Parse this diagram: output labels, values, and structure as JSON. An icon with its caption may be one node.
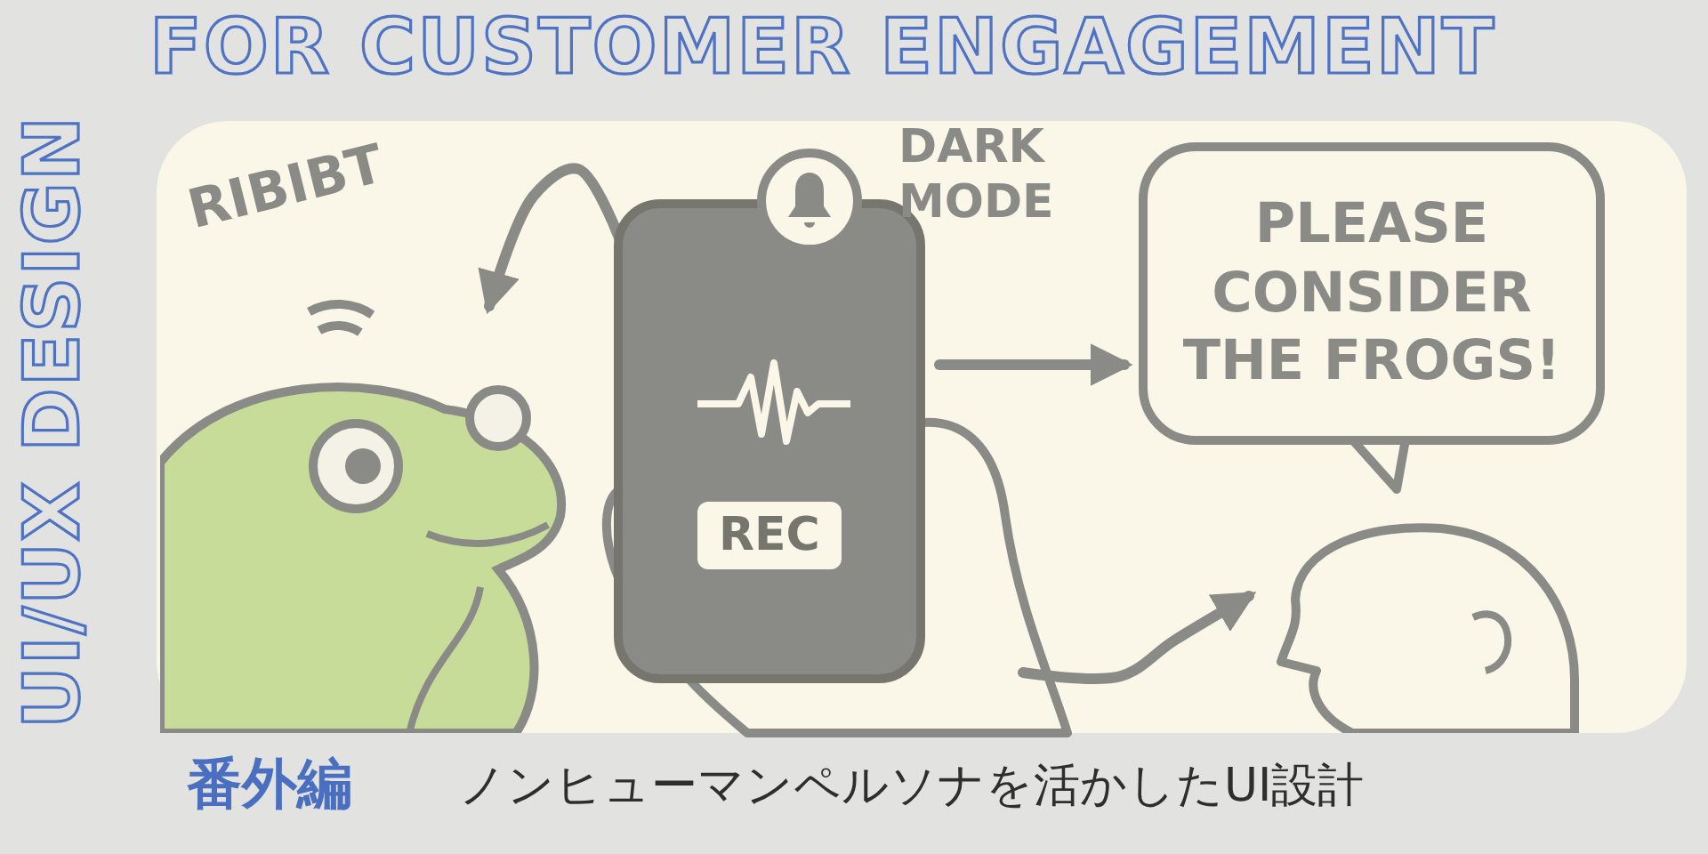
{
  "diagram": {
    "title": "FOR CUSTOMER ENGAGEMENT",
    "nodes": [
      {
        "text": [],
        "shape": "picture",
        "beside": [
          "RIBIBT"
        ]
      },
      {
        "text": [
          "REC"
        ],
        "beside": [
          "DARK MODE"
        ]
      },
      {
        "text": [
          "PLEASE CONSIDER THE FROGS!"
        ]
      },
      {
        "text": [],
        "shape": "person"
      }
    ],
    "edges": [
      {
        "from": 1,
        "to": 0,
        "arrow": "to"
      },
      {
        "from": 1,
        "to": 2,
        "arrow": "to"
      },
      {
        "from": 1,
        "to": 3,
        "arrow": "to"
      }
    ],
    "labels": [
      "UI/UX DESIGN",
      "番外編",
      "ノンヒューマンペルソナを活かしたUI設計"
    ]
  }
}
